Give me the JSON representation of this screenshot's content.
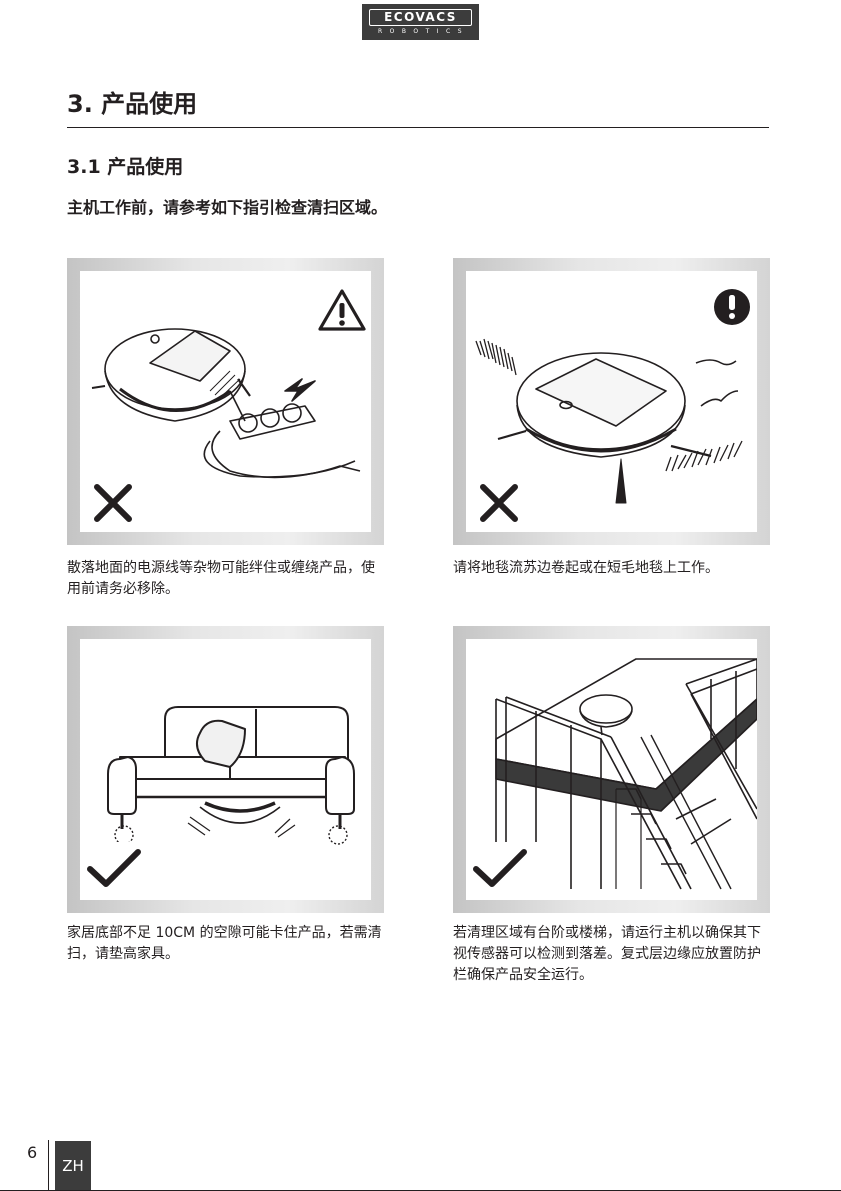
{
  "header": {
    "brand": "ECOVACS",
    "brand_sub": "ROBOTICS"
  },
  "section": {
    "title": "3. 产品使用",
    "subtitle": "3.1 产品使用",
    "intro": "主机工作前，请参考如下指引检查清扫区域。"
  },
  "panels": [
    {
      "status": "incorrect",
      "status_icon": "cross-icon",
      "alert_icon": "warning-triangle-icon",
      "caption": "散落地面的电源线等杂物可能绊住或缠绕产品，使用前请务必移除。"
    },
    {
      "status": "incorrect",
      "status_icon": "cross-icon",
      "alert_icon": "exclamation-circle-icon",
      "caption": "请将地毯流苏边卷起或在短毛地毯上工作。"
    },
    {
      "status": "correct",
      "status_icon": "check-icon",
      "caption": "家居底部不足 10CM 的空隙可能卡住产品，若需清扫，请垫高家具。"
    },
    {
      "status": "correct",
      "status_icon": "check-icon",
      "caption": "若清理区域有台阶或楼梯，请运行主机以确保其下视传感器可以检测到落差。复式层边缘应放置防护栏确保产品安全运行。"
    }
  ],
  "footer": {
    "page_number": "6",
    "language": "ZH"
  },
  "colors": {
    "text": "#231f20",
    "logo_bg": "#3c3c3c",
    "panel_frame": "#d9d9d9"
  }
}
